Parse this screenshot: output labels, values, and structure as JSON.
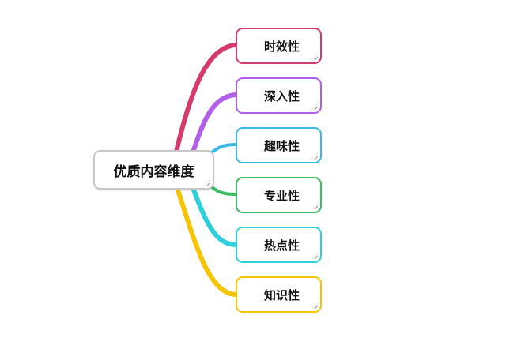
{
  "root": {
    "label": "优质内容维度"
  },
  "children": [
    {
      "label": "时效性",
      "color": "#d63a6a"
    },
    {
      "label": "深入性",
      "color": "#b35ee8"
    },
    {
      "label": "趣味性",
      "color": "#3cb8e8"
    },
    {
      "label": "专业性",
      "color": "#3dbb63"
    },
    {
      "label": "热点性",
      "color": "#2fd0dc"
    },
    {
      "label": "知识性",
      "color": "#f6c400"
    }
  ]
}
